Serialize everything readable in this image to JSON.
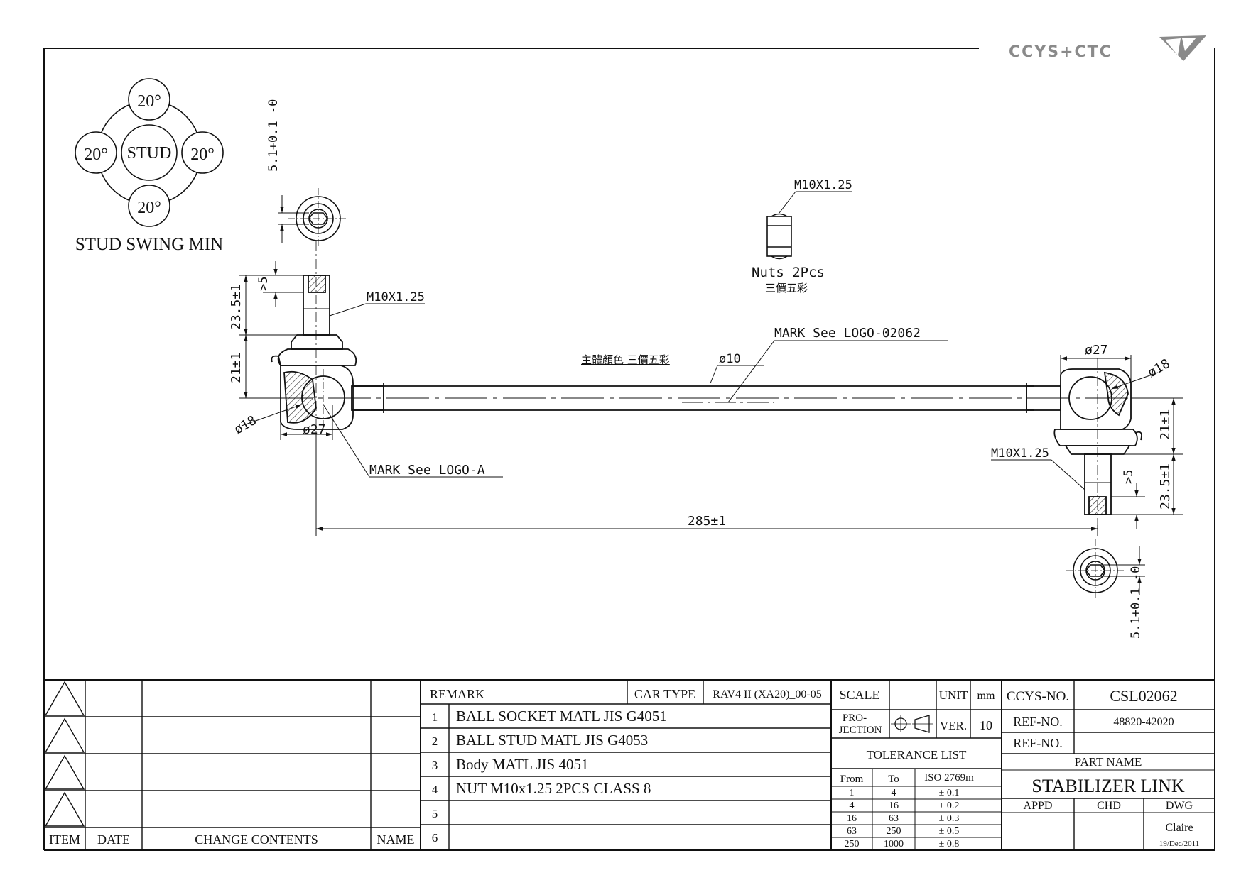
{
  "logo": {
    "text": "CCYS+CTC",
    "colors": {
      "primary": "#8a8a8a",
      "dark": "#4a4a4a"
    }
  },
  "swing": {
    "top": "20°",
    "left": "20°",
    "right": "20°",
    "bottom": "20°",
    "center": "STUD",
    "caption": "STUD SWING MIN"
  },
  "dims": {
    "thread_left": "M10X1.25",
    "thread_right": "M10X1.25",
    "thread_nut": "M10X1.25",
    "hex_left": "5.1+0.1 -0",
    "hex_right": "5.1+0.1 -0",
    "gt5_left": ">5",
    "gt5_right": ">5",
    "stud_len_left": "23.5±1",
    "stud_len_right": "23.5±1",
    "height_left": "21±1",
    "height_right": "21±1",
    "ball_left": "ø18",
    "ball_right": "ø18",
    "socket_left": "ø27",
    "socket_right": "ø27",
    "rod_dia": "ø10",
    "length": "285±1"
  },
  "notes": {
    "nuts": "Nuts 2Pcs",
    "nut_finish": "三價五彩",
    "body_color": "主體顏色 三價五彩",
    "mark_logo": "MARK See LOGO-02062",
    "mark_logo_a": "MARK See LOGO-A"
  },
  "revision": {
    "item": "ITEM",
    "date": "DATE",
    "change": "CHANGE CONTENTS",
    "name": "NAME"
  },
  "materials": {
    "remark": "REMARK",
    "car_type_label": "CAR TYPE",
    "car_type": "RAV4 II (XA20)_00-05",
    "items": [
      {
        "no": "1",
        "text": "BALL SOCKET MATL JIS G4051"
      },
      {
        "no": "2",
        "text": "BALL STUD MATL JIS G4053"
      },
      {
        "no": "3",
        "text": "Body MATL JIS 4051"
      },
      {
        "no": "4",
        "text": "NUT M10x1.25 2PCS CLASS 8"
      },
      {
        "no": "5",
        "text": ""
      },
      {
        "no": "6",
        "text": ""
      }
    ]
  },
  "spec": {
    "scale": "SCALE",
    "unit_label": "UNIT",
    "unit": "mm",
    "projection_1": "PRO-",
    "projection_2": "JECTION",
    "ver_label": "VER.",
    "ver": "10",
    "tolerance_title": "TOLERANCE LIST",
    "tol_headers": [
      "From",
      "To",
      "ISO 2769m"
    ],
    "tol_rows": [
      [
        "1",
        "4",
        "± 0.1"
      ],
      [
        "4",
        "16",
        "± 0.2"
      ],
      [
        "16",
        "63",
        "± 0.3"
      ],
      [
        "63",
        "250",
        "± 0.5"
      ],
      [
        "250",
        "1000",
        "± 0.8"
      ]
    ]
  },
  "title": {
    "ccys_label": "CCYS-NO.",
    "ccys_no": "CSL02062",
    "ref_label_1": "REF-NO.",
    "ref_no_1": "48820-42020",
    "ref_label_2": "REF-NO.",
    "ref_no_2": "",
    "part_name_label": "PART NAME",
    "part_name": "STABILIZER LINK",
    "appd": "APPD",
    "chd": "CHD",
    "dwg": "DWG",
    "drawer": "Claire",
    "date": "19/Dec/2011"
  }
}
